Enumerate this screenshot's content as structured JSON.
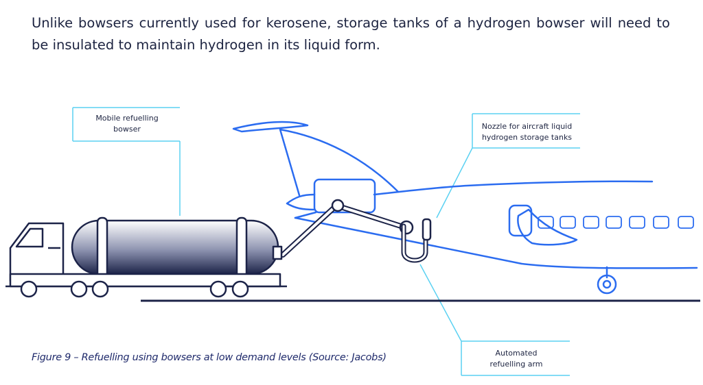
{
  "intro_text": "Unlike bowsers currently used for kerosene, storage tanks of a hydrogen bowser will need to be insulated to maintain hydrogen in its liquid form.",
  "figure": {
    "callouts": {
      "bowser": [
        "Mobile refuelling",
        "bowser"
      ],
      "nozzle": [
        "Nozzle for aircraft liquid",
        "hydrogen storage tanks"
      ],
      "arm": [
        "Automated",
        "refuelling arm"
      ]
    },
    "caption": "Figure 9 – Refuelling using bowsers at low demand levels (Source: Jacobs)"
  },
  "colors": {
    "aircraft_line": "#2b6cf0",
    "dark_navy": "#1c2348",
    "callout_line": "#5ad1f2",
    "caption": "#1f2a6b"
  }
}
